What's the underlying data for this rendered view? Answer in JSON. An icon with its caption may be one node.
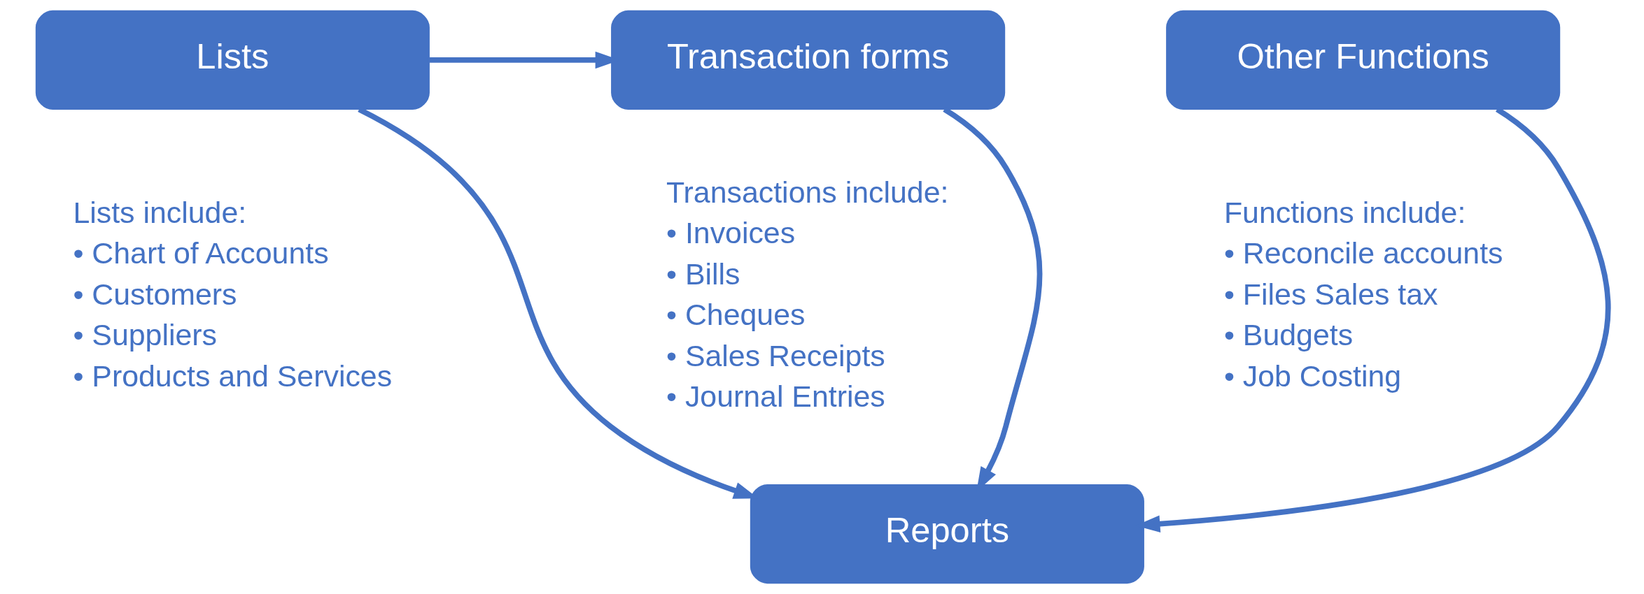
{
  "diagram": {
    "nodes": [
      {
        "text": [
          "Lists"
        ],
        "beside": [
          "Lists include:",
          "• Chart of Accounts",
          "• Customers",
          "• Suppliers",
          "• Products and Services"
        ]
      },
      {
        "text": [
          "Transaction forms"
        ],
        "beside": [
          "Transactions include:",
          "• Invoices",
          "• Bills",
          "• Cheques",
          "• Sales Receipts",
          "• Journal Entries"
        ]
      },
      {
        "text": [
          "Other Functions"
        ],
        "beside": [
          "Functions include:",
          "• Reconcile accounts",
          "• Files Sales tax",
          "• Budgets",
          "• Job Costing"
        ]
      },
      {
        "text": [
          "Reports"
        ]
      }
    ],
    "edges": [
      {
        "from": 0,
        "to": 1,
        "arrow": "to"
      },
      {
        "from": 0,
        "to": 3,
        "arrow": "to"
      },
      {
        "from": 1,
        "to": 3,
        "arrow": "to"
      },
      {
        "from": 2,
        "to": 3,
        "arrow": "to"
      }
    ]
  }
}
